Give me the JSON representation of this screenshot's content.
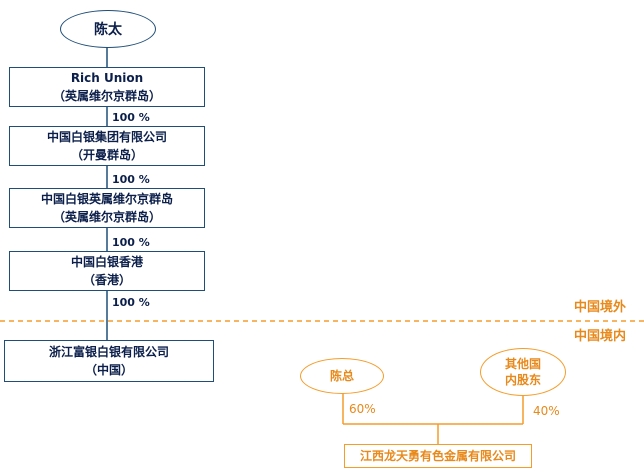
{
  "top_person": "陈太",
  "chain": [
    {
      "line1": "Rich Union",
      "line2": "（英属维尔京群岛）"
    },
    {
      "line1": "中国白银集团有限公司",
      "line2": "（开曼群岛）"
    },
    {
      "line1": "中国白银英属维尔京群岛",
      "line2": "（英属维尔京群岛）"
    },
    {
      "line1": "中国白银香港",
      "line2": "（香港）"
    }
  ],
  "pct_labels": [
    "100 %",
    "100 %",
    "100 %",
    "100 %"
  ],
  "onshore_entity": {
    "line1": "浙江富银白银有限公司",
    "line2": "（中国）"
  },
  "region_labels": {
    "offshore": "中国境外",
    "onshore": "中国境内"
  },
  "right_group": {
    "shareholder_a": "陈总",
    "shareholder_b_line1": "其他国",
    "shareholder_b_line2": "内股东",
    "pct_a": "60%",
    "pct_b": "40%",
    "company": "江西龙天勇有色金属有限公司"
  },
  "colors": {
    "blue": "#1f4e79",
    "orange": "#f59c2a",
    "text_orange": "#e8891b"
  }
}
